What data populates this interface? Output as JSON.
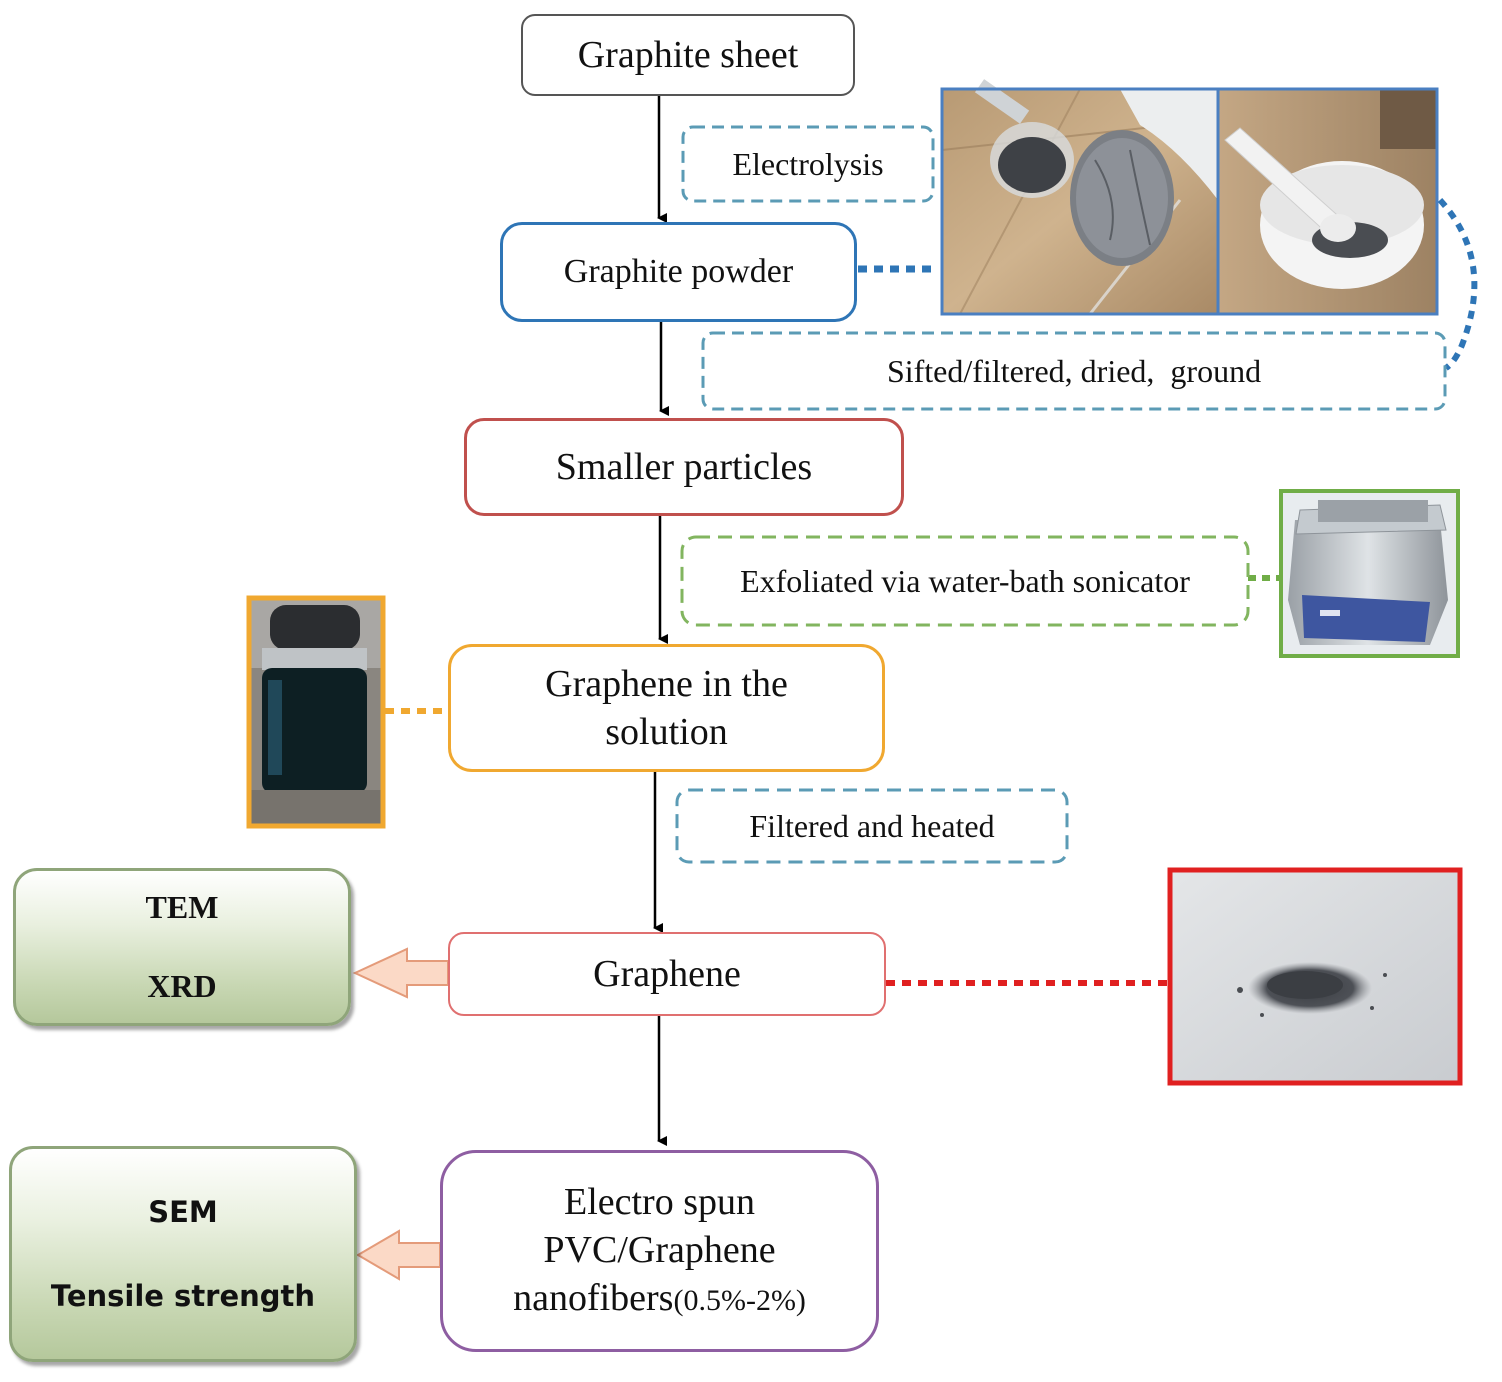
{
  "steps": {
    "graphite_sheet": "Graphite sheet",
    "graphite_powder": "Graphite powder",
    "smaller_particles": "Smaller particles",
    "graphene_solution": "Graphene in the solution",
    "graphene": "Graphene",
    "nanofibers_line1": "Electro spun",
    "nanofibers_line2": "PVC/Graphene",
    "nanofibers_line3": "nanofibers",
    "nanofibers_range": "(0.5%-2%)"
  },
  "processes": {
    "electrolysis": "Electrolysis",
    "sifted": "Sifted/filtered, dried,  ground",
    "exfoliated": "Exfoliated via water-bath sonicator",
    "filtered_heated": "Filtered and heated"
  },
  "characterization": {
    "graphene_tests": [
      "TEM",
      "XRD"
    ],
    "fiber_tests": [
      "SEM",
      "Tensile strength"
    ]
  },
  "colors": {
    "sheet_border": "#555555",
    "powder_border": "#2e75b6",
    "particles_border": "#c0504d",
    "solution_border": "#f0a830",
    "graphene_border": "#e07070",
    "fiber_border": "#8e5ea2",
    "sonicator_green": "#70ad47",
    "process_blue": "#5b9bb5",
    "graphene_photo_red": "#e02020"
  }
}
